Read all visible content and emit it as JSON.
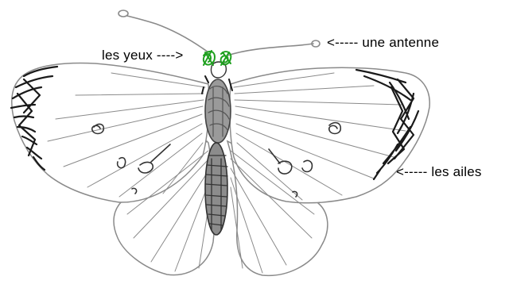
{
  "labels": {
    "eyes": "les yeux ---->",
    "antenna": "<----- une antenne",
    "wings": "<----- les ailes"
  },
  "colors": {
    "background": "#ffffff",
    "outline": "#8a8a8a",
    "vein": "#8a8a8a",
    "wingtip": "#1a1a1a",
    "body": "#555555",
    "eyes": "#1fa01f",
    "text": "#000000"
  }
}
